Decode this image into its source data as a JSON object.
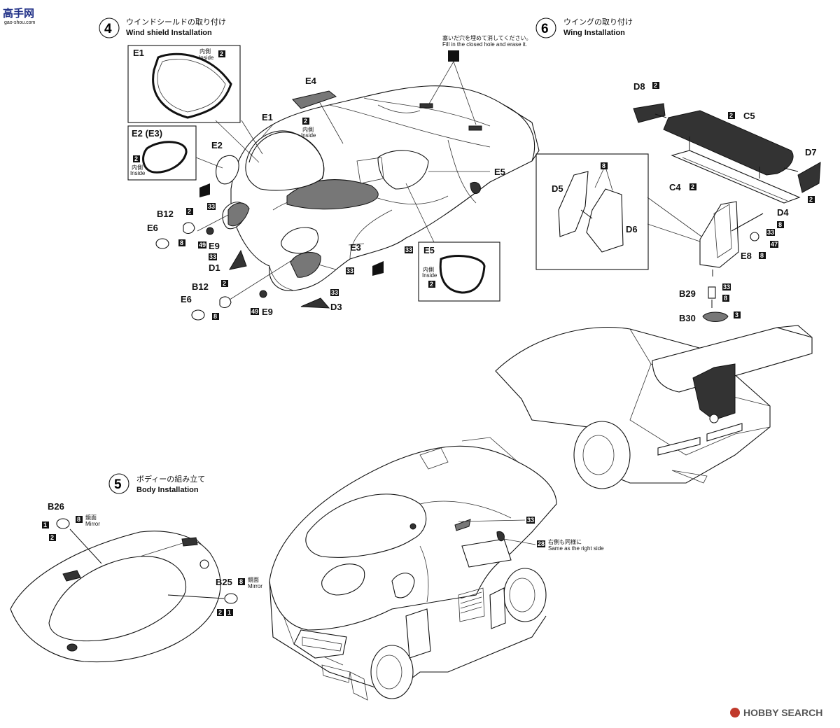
{
  "watermark_top": {
    "title": "高手网",
    "url": "gao-shou.com"
  },
  "watermark_bottom": {
    "brand": "HOBBY SEARCH",
    "icon": "logo-icon"
  },
  "step4": {
    "number": "4",
    "title_jp": "ウインドシールドの取り付け",
    "title_en": "Wind shield Installation",
    "parts": {
      "e1": "E1",
      "e1b": "E1",
      "e2": "E2",
      "e2e3": "E2 (E3)",
      "e4": "E4",
      "e5": "E5",
      "e5b": "E5",
      "e3": "E3",
      "e6": "E6",
      "e6b": "E6",
      "e9": "E9",
      "e9b": "E9",
      "b12": "B12",
      "b12b": "B12",
      "d1": "D1",
      "d3": "D3"
    },
    "inside_jp": "内側",
    "inside_en": "Inside",
    "colors": {
      "c2": "2",
      "c33": "33",
      "c49": "49",
      "c8": "8"
    }
  },
  "step5": {
    "number": "5",
    "title_jp": "ボディーの組み立て",
    "title_en": "Body Installation",
    "parts": {
      "b26": "B26",
      "b25": "B25"
    },
    "mirror_jp": "鏡面",
    "mirror_en": "Mirror",
    "same_jp": "右側も同様に",
    "same_en": "Same as the right side",
    "colors": {
      "c1": "1",
      "c2": "2",
      "c8": "8",
      "c28": "28",
      "c33": "33"
    }
  },
  "step6": {
    "number": "6",
    "title_jp": "ウイングの取り付け",
    "title_en": "Wing Installation",
    "note_jp": "塞いだ穴を埋めて消してください。",
    "note_en": "Fill in the closed hole and erase it.",
    "parts": {
      "d8": "D8",
      "c5": "C5",
      "d7": "D7",
      "c4": "C4",
      "d5": "D5",
      "d6": "D6",
      "d4": "D4",
      "e8": "E8",
      "b29": "B29",
      "b30": "B30"
    },
    "colors": {
      "c2": "2",
      "c8": "8",
      "c33": "33",
      "c47": "47",
      "c3": "3"
    }
  }
}
